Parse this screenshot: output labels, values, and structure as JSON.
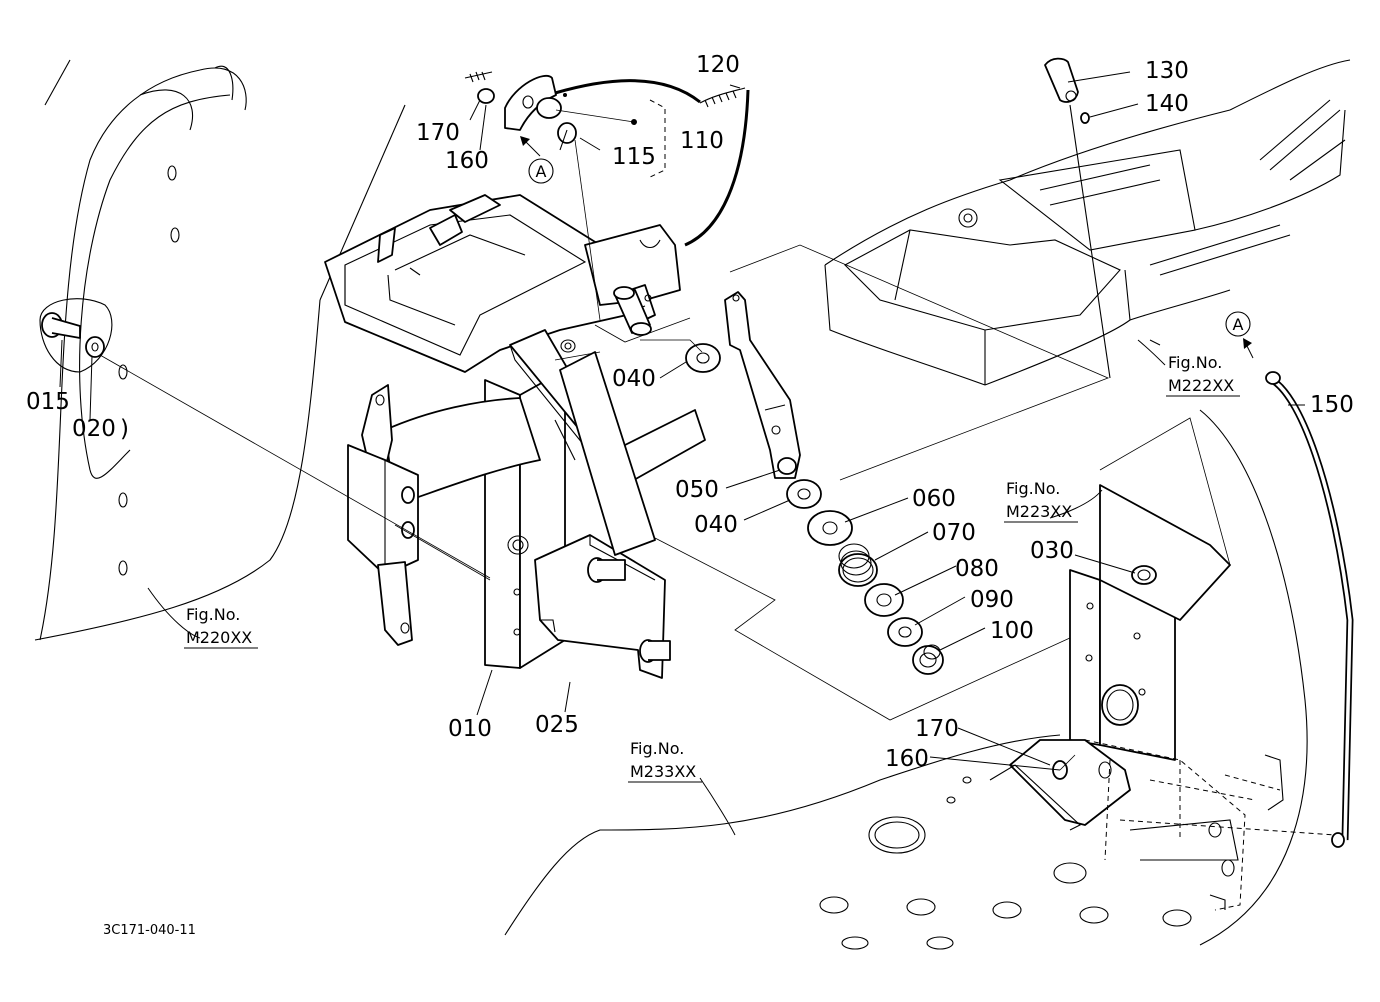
{
  "callouts": [
    {
      "id": "p170a",
      "text": "170"
    },
    {
      "id": "p160a",
      "text": "160"
    },
    {
      "id": "p120",
      "text": "120"
    },
    {
      "id": "p110",
      "text": "110"
    },
    {
      "id": "p115",
      "text": "115"
    },
    {
      "id": "p130",
      "text": "130"
    },
    {
      "id": "p140",
      "text": "140"
    },
    {
      "id": "p015",
      "text": "015"
    },
    {
      "id": "p020",
      "text": "020"
    },
    {
      "id": "p040a",
      "text": "040"
    },
    {
      "id": "p050",
      "text": "050"
    },
    {
      "id": "p040b",
      "text": "040"
    },
    {
      "id": "p060",
      "text": "060"
    },
    {
      "id": "p070",
      "text": "070"
    },
    {
      "id": "p080",
      "text": "080"
    },
    {
      "id": "p090",
      "text": "090"
    },
    {
      "id": "p100",
      "text": "100"
    },
    {
      "id": "p030",
      "text": "030"
    },
    {
      "id": "p010",
      "text": "010"
    },
    {
      "id": "p025",
      "text": "025"
    },
    {
      "id": "p170b",
      "text": "170"
    },
    {
      "id": "p160b",
      "text": "160"
    },
    {
      "id": "p150",
      "text": "150"
    }
  ],
  "view_markers": [
    {
      "id": "mA1",
      "text": "A"
    },
    {
      "id": "mA2",
      "text": "A"
    }
  ],
  "figure_refs": [
    {
      "id": "ref222",
      "label": "Fig.No.",
      "number": "M222XX"
    },
    {
      "id": "ref223",
      "label": "Fig.No.",
      "number": "M223XX"
    },
    {
      "id": "ref220",
      "label": "Fig.No.",
      "number": "M220XX"
    },
    {
      "id": "ref233",
      "label": "Fig.No.",
      "number": "M233XX"
    }
  ],
  "drawing_code": "3C171-040-11"
}
